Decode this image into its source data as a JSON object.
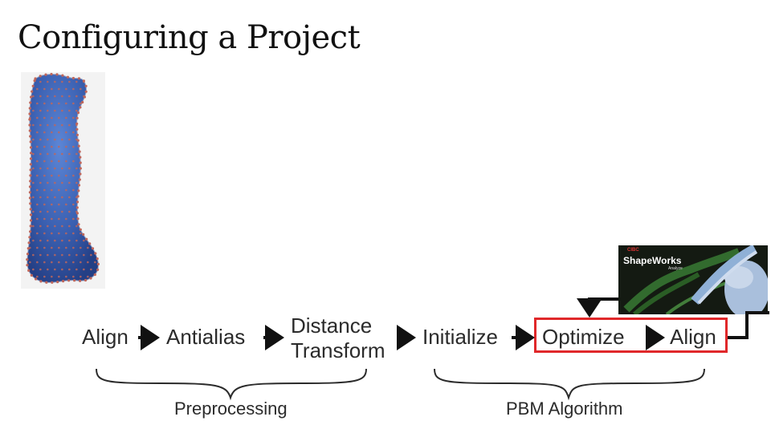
{
  "title": "Configuring a Project",
  "splash": {
    "brand": "CIBC",
    "name": "ShapeWorks",
    "sub": "Analyze"
  },
  "pipeline": {
    "preprocessing": [
      "Align",
      "Antialias",
      "Distance",
      "Transform"
    ],
    "pbm": [
      "Initialize",
      "Optimize",
      "Align"
    ]
  },
  "groups": {
    "preprocessing": "Preprocessing",
    "pbm": "PBM Algorithm"
  },
  "colors": {
    "highlight": "#e0282a",
    "text": "#2b2b2b",
    "bone": "#3a5fb0",
    "particle": "#c0665a"
  }
}
